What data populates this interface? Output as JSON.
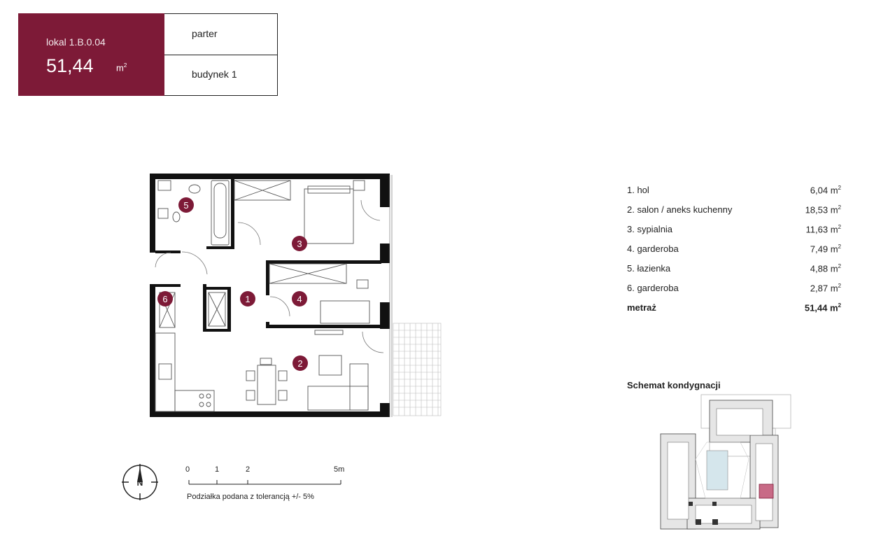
{
  "unit": {
    "code": "lokal 1.B.0.04",
    "area": "51,44",
    "area_unit": "m",
    "area_unit_exp": "2"
  },
  "floor": {
    "level": "parter",
    "building": "budynek 1"
  },
  "rooms": [
    {
      "name": "1. hol",
      "area": "6,04 m",
      "exp": "2"
    },
    {
      "name": "2. salon / aneks kuchenny",
      "area": "18,53 m",
      "exp": "2"
    },
    {
      "name": "3. sypialnia",
      "area": "11,63 m",
      "exp": "2"
    },
    {
      "name": "4. garderoba",
      "area": "7,49 m",
      "exp": "2"
    },
    {
      "name": "5. łazienka",
      "area": "4,88 m",
      "exp": "2"
    },
    {
      "name": "6. garderoba",
      "area": "2,87 m",
      "exp": "2"
    }
  ],
  "total": {
    "label": "metraż",
    "area": "51,44 m",
    "exp": "2"
  },
  "schema": {
    "title": "Schemat kondygnacji"
  },
  "plan_markers": [
    "1",
    "2",
    "3",
    "4",
    "5",
    "6"
  ],
  "compass": {
    "label": "N"
  },
  "scale": {
    "ticks": [
      "0",
      "1",
      "2",
      "5m"
    ],
    "note": "Podziałka podana z tolerancją  +/- 5%"
  },
  "colors": {
    "brand": "#7d1a37",
    "wall": "#111111",
    "highlight": "#c86a86"
  }
}
